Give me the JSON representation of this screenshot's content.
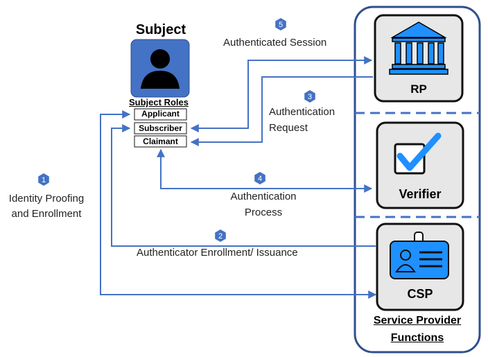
{
  "subject": {
    "title": "Subject",
    "roles_title": "Subject Roles",
    "roles": [
      "Applicant",
      "Subscriber",
      "Claimant"
    ]
  },
  "service_provider": {
    "label_line1": "Service Provider",
    "label_line2": "Functions",
    "rp": "RP",
    "verifier": "Verifier",
    "csp": "CSP"
  },
  "flows": [
    {
      "step": "1",
      "label_line1": "Identity Proofing",
      "label_line2": "and Enrollment"
    },
    {
      "step": "2",
      "label_line1": "Authenticator Enrollment/ Issuance",
      "label_line2": ""
    },
    {
      "step": "3",
      "label_line1": "Authentication",
      "label_line2": "Request"
    },
    {
      "step": "4",
      "label_line1": "Authentication",
      "label_line2": "Process"
    },
    {
      "step": "5",
      "label_line1": "Authenticated Session",
      "label_line2": ""
    }
  ],
  "colors": {
    "accent": "#4472C4",
    "frame": "#2F4F8F",
    "box_fill": "#E7E7E7",
    "icon_blue": "#1E90FF"
  }
}
